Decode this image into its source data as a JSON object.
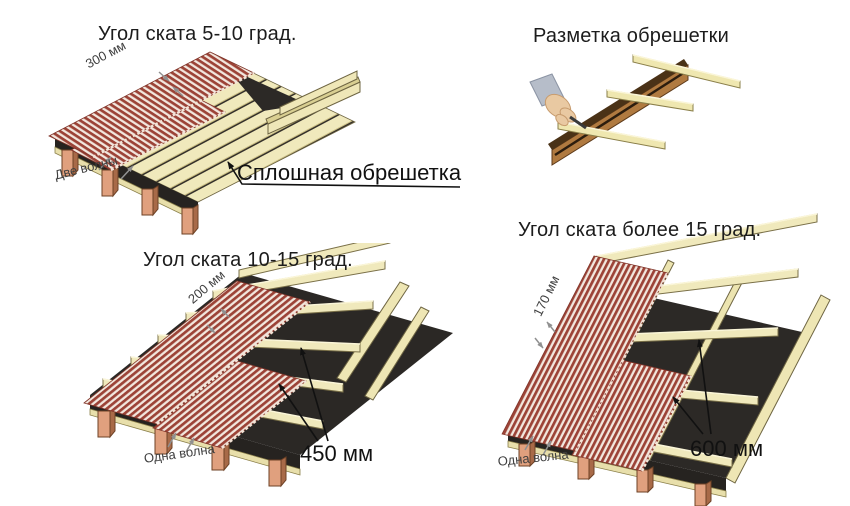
{
  "colors": {
    "background": "#ffffff",
    "sheet_red": "#9c4337",
    "sheet_light": "#f2e7de",
    "batten_yellow": "#f0e9bc",
    "batten_outline": "#6e6542",
    "underlayment_black": "#2c2926",
    "rafter_front": "#e0a07e",
    "rafter_side": "#a86a48",
    "wood_brown": "#b07a40",
    "sleeve_gray": "#b6bdc9",
    "skin": "#e9c9a2",
    "text_dark": "#1c1c1c",
    "label_gray": "#3f3f3f",
    "arrow_gray": "#909090"
  },
  "panels": {
    "flat_slope": {
      "title": "Угол ската 5-10 град.",
      "end_overlap": "300 мм",
      "side_overlap": "Две волны",
      "lathing_note": "Сплошная обрешетка"
    },
    "marking": {
      "title": "Разметка обрешетки"
    },
    "medium_slope": {
      "title": "Угол ската 10-15 град.",
      "end_overlap": "200 мм",
      "side_overlap": "Одна волна",
      "batten_spacing": "450 мм"
    },
    "steep_slope": {
      "title": "Угол ската более 15 град.",
      "end_overlap": "170 мм",
      "side_overlap": "Одна волна",
      "batten_spacing": "600 мм"
    }
  }
}
